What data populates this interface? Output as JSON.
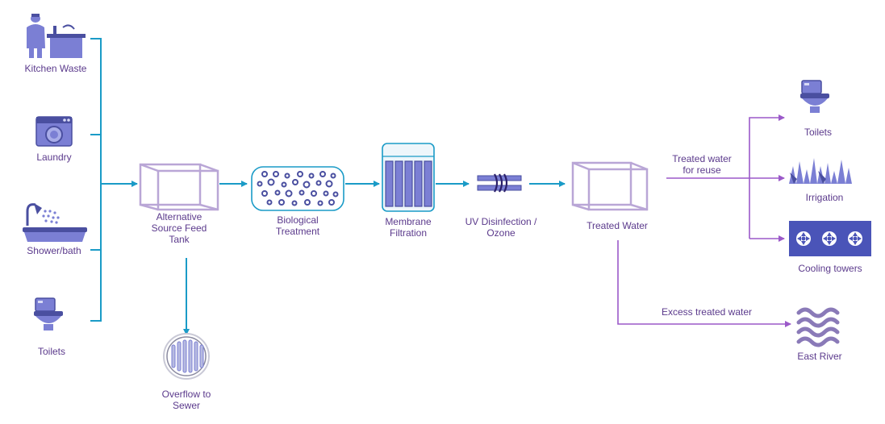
{
  "sources": {
    "kitchen": "Kitchen Waste",
    "laundry": "Laundry",
    "shower": "Shower/bath",
    "toilets": "Toilets"
  },
  "process": {
    "tank_line1": "Alternative",
    "tank_line2": "Source Feed",
    "tank_line3": "Tank",
    "bio_line1": "Biological",
    "bio_line2": "Treatment",
    "membrane_line1": "Membrane",
    "membrane_line2": "Filtration",
    "uv_line1": "UV Disinfection /",
    "uv_line2": "Ozone",
    "treated": "Treated Water",
    "overflow_line1": "Overflow to",
    "overflow_line2": "Sewer"
  },
  "outputs": {
    "reuse_line1": "Treated water",
    "reuse_line2": "for reuse",
    "excess": "Excess treated water",
    "toilets": "Toilets",
    "irrigation": "Irrigation",
    "cooling": "Cooling towers",
    "river": "East River"
  },
  "colors": {
    "flow_line": "#1a9bc7",
    "reuse_line": "#9b59c9",
    "icon_fill": "#7b7fd4",
    "icon_dark": "#4a4fa0",
    "label": "#5b3a8c",
    "tank_outline": "#b9a6d6"
  },
  "icons": [
    "chef-icon",
    "washing-machine-icon",
    "shower-icon",
    "toilet-icon",
    "tank-icon",
    "bacteria-icon",
    "membrane-icon",
    "uv-icon",
    "drain-icon",
    "grass-icon",
    "fan-icon",
    "waves-icon"
  ]
}
